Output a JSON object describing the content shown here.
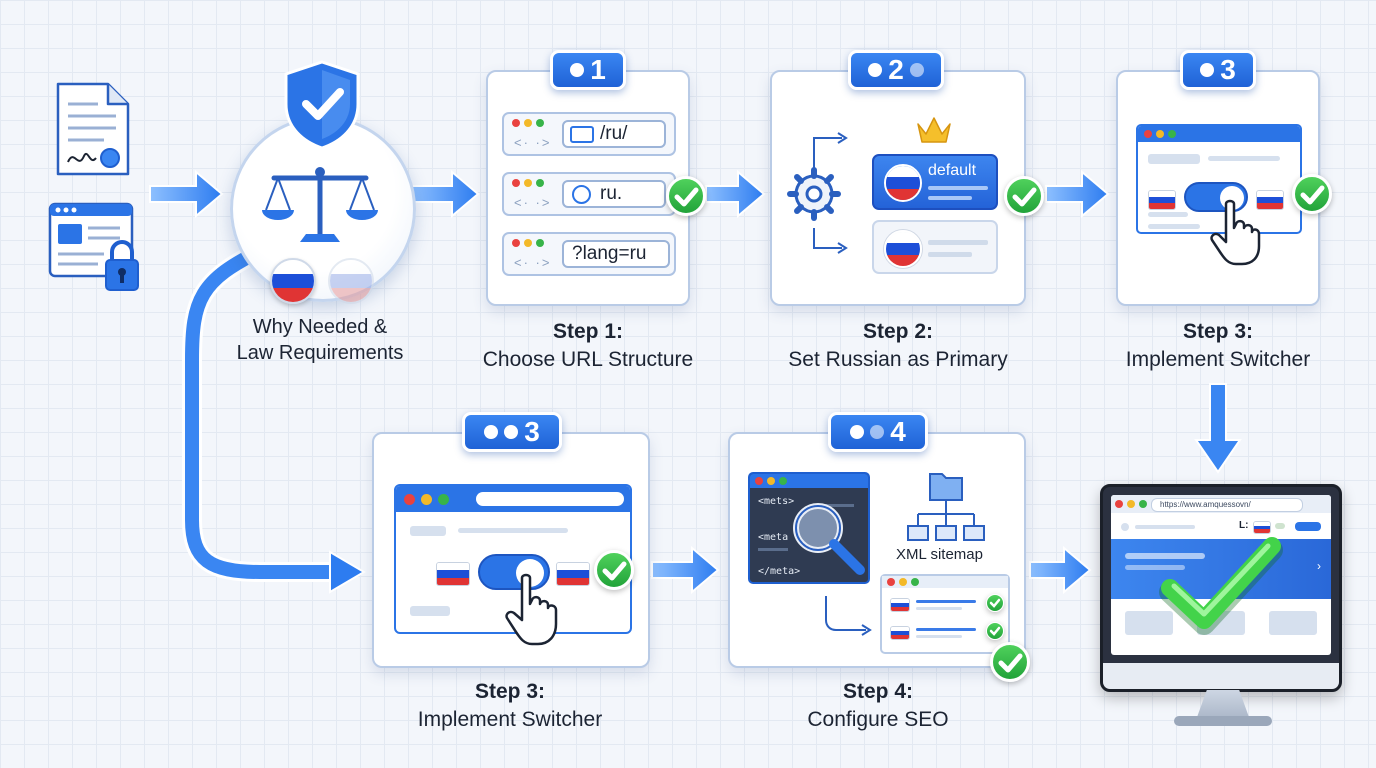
{
  "intro": {
    "title_line1": "Why Needed &",
    "title_line2": "Law Requirements"
  },
  "step1": {
    "badge": "1",
    "title": "Step 1:",
    "subtitle": "Choose URL Structure",
    "urls": [
      "/ru/",
      "ru.",
      "?lang=ru"
    ]
  },
  "step2": {
    "badge": "2",
    "title": "Step 2:",
    "subtitle": "Set Russian as Primary",
    "default_label": "default"
  },
  "step3_top": {
    "badge": "3",
    "title": "Step 3:",
    "subtitle": "Implement Switcher"
  },
  "step3_bottom": {
    "badge": "3",
    "title": "Step 3:",
    "subtitle": "Implement Switcher"
  },
  "step4": {
    "badge": "4",
    "title": "Step 4:",
    "subtitle": "Configure SEO",
    "code_lines": [
      "<mets>",
      "<meta",
      "</meta>"
    ],
    "sitemap_label": "XML sitemap"
  },
  "final_monitor": {
    "url": "https://www.amquessovn/",
    "lang_label": "L:"
  },
  "colors": {
    "accent": "#2b74e6",
    "check": "#2fb944",
    "flag_white": "#ffffff",
    "flag_blue": "#1d4fd8",
    "flag_red": "#e03434"
  }
}
